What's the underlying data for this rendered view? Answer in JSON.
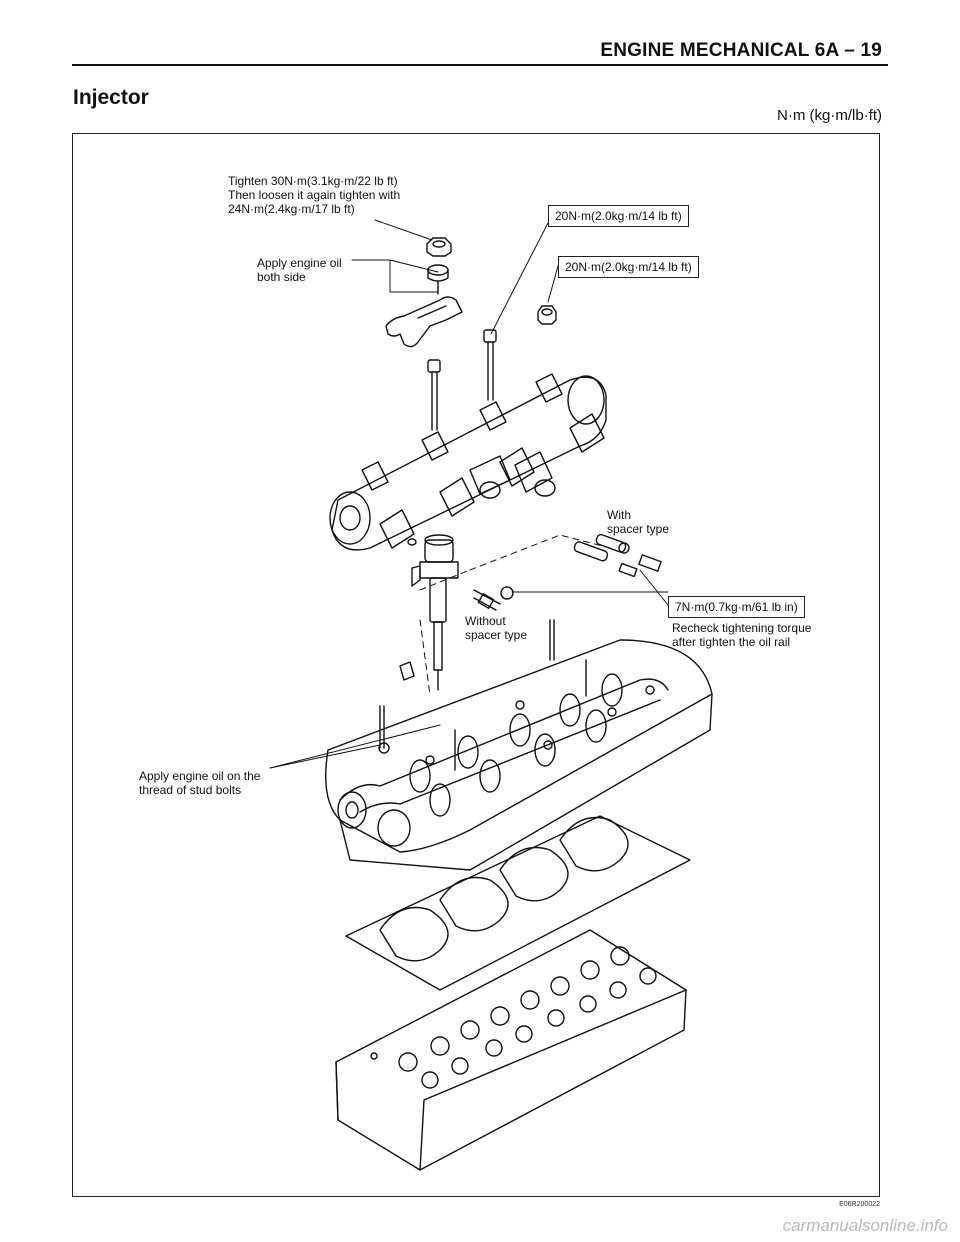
{
  "header": {
    "title": "ENGINE MECHANICAL  6A – 19"
  },
  "section": {
    "title": "Injector",
    "units": "N·m (kg·m/lb·ft)"
  },
  "figure": {
    "notes": {
      "tighten_note": "Tighten 30N·m(3.1kg·m/22 lb ft)\nThen loosen it again tighten with\n24N·m(2.4kg·m/17 lb ft)",
      "apply_oil_both": "Apply engine oil\nboth side",
      "with_spacer": "With\nspacer type",
      "without_spacer": "Without\nspacer type",
      "recheck": "Recheck tightening torque\nafter tighten the oil rail",
      "apply_oil_studs": "Apply engine oil on the\nthread of stud bolts"
    },
    "torques": {
      "bracket_bolt": "20N·m(2.0kg·m/14 lb ft)",
      "nut": "20N·m(2.0kg·m/14 lb ft)",
      "clamp_bolt": "7N·m(0.7kg·m/61 lb in)"
    },
    "figure_id": "E06R200022"
  },
  "footer": {
    "watermark": "carmanualsonline.info"
  }
}
